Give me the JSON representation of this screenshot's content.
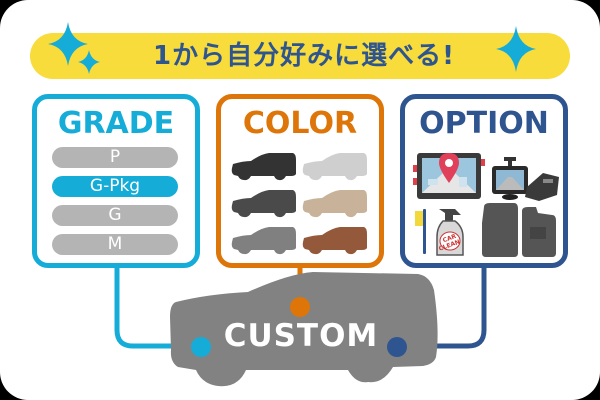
{
  "banner": {
    "text": "1から自分好みに選べる!",
    "background": "#f8dc3c",
    "text_color": "#2f5590",
    "icons": [
      "sparkle-icon",
      "sparkle-small-icon",
      "sparkle-icon"
    ]
  },
  "grade": {
    "title": "GRADE",
    "color": "#16acd8",
    "options": [
      {
        "label": "P",
        "selected": false
      },
      {
        "label": "G-Pkg",
        "selected": true
      },
      {
        "label": "G",
        "selected": false
      },
      {
        "label": "M",
        "selected": false
      }
    ]
  },
  "color": {
    "title": "COLOR",
    "accent": "#dd7508",
    "swatches": [
      "#333333",
      "#cfcfcf",
      "#4a4a4a",
      "#c8b39a",
      "#808080",
      "#93593a"
    ]
  },
  "option": {
    "title": "OPTION",
    "accent": "#2f5590",
    "items": [
      "car-navigation-icon",
      "dashcam-icon",
      "etc-unit-icon",
      "brush-icon",
      "car-clean-spray-icon",
      "floor-mat-icon"
    ],
    "spray_label": "CAR CLEAN"
  },
  "center": {
    "label": "CUSTOM",
    "car_color": "#828282"
  }
}
